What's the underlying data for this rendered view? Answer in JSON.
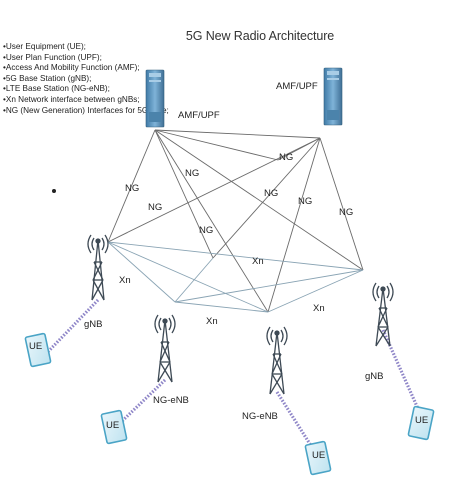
{
  "title": "5G New Radio Architecture",
  "legend": [
    "•User Equipment (UE);",
    "•User Plan Function (UPF);",
    "•Access And Mobility Function (AMF);",
    "•5G Base Station (gNB);",
    "•LTE Base Station (NG-eNB);",
    "•Xn Network interface between gNBs;",
    "•NG (New Generation)  Interfaces for 5G core;"
  ],
  "servers": {
    "left": "AMF/UPF",
    "right": "AMF/UPF"
  },
  "interfaces": {
    "ng": [
      "NG",
      "NG",
      "NG",
      "NG",
      "NG",
      "NG",
      "NG",
      "NG"
    ],
    "xn": [
      "Xn",
      "Xn",
      "Xn",
      "Xn"
    ]
  },
  "stations": {
    "gnb_left": "gNB",
    "ngenb_1": "NG-eNB",
    "ngenb_2": "NG-eNB",
    "gnb_right": "gNB"
  },
  "ue": [
    "UE",
    "UE",
    "UE",
    "UE"
  ],
  "colors": {
    "ng_line": "#6b6b6b",
    "xn_line": "#8aa4b4",
    "radio_link": "#8f86c8",
    "server": "#5b8fb5",
    "tower": "#3e4a55",
    "ue_device": "#4aa4c6"
  }
}
